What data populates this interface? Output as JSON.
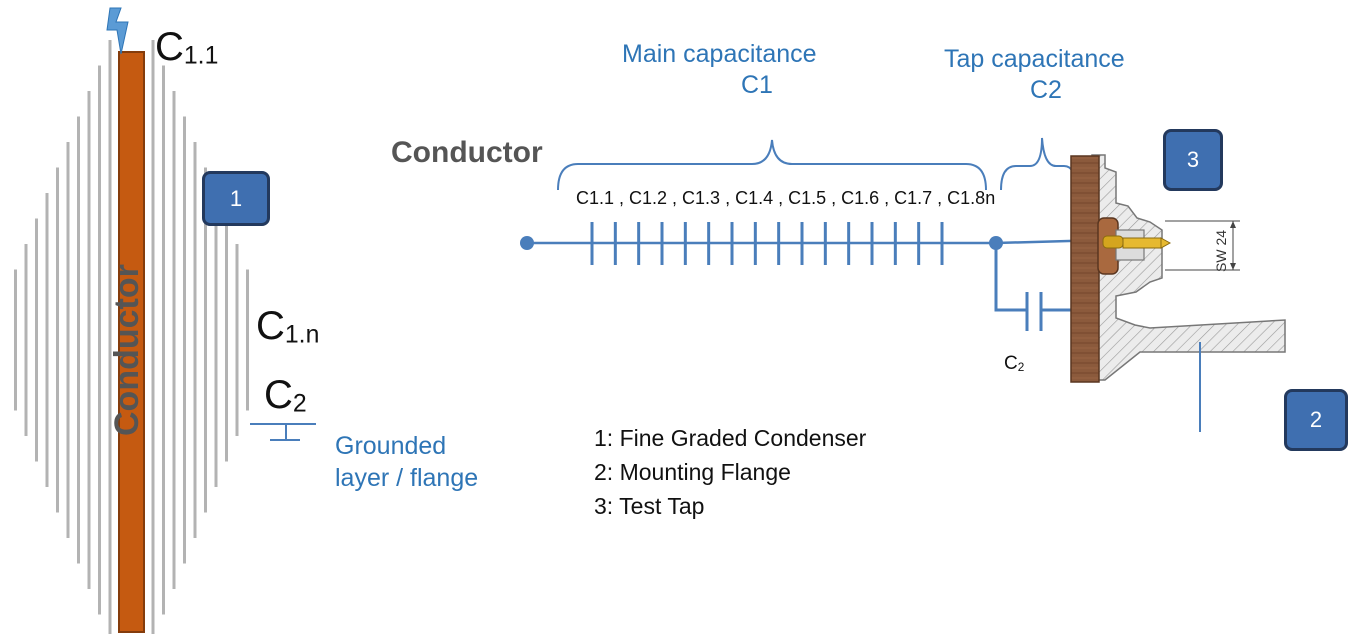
{
  "bushing": {
    "conductor_label": "Conductor",
    "top_layer_label": "1.1",
    "last_layer_label": "1.n",
    "tap_cap_label": "2",
    "grounded_label_line1": "Grounded",
    "grounded_label_line2": "layer / flange",
    "badge": "1"
  },
  "schematic": {
    "conductor_label": "Conductor",
    "main_cap_line1": "Main capacitance",
    "main_cap_line2": "C1",
    "tap_cap_line1": "Tap capacitance",
    "tap_cap_line2": "C2",
    "series_label": "C1.1 , C1.2 , C1.3 , C1.4 , C1.5 , C1.6 , C1.7 , C1.8n",
    "c2_label": "2"
  },
  "cross_section": {
    "badge_tap": "3",
    "badge_flange": "2",
    "dimension_label": "SW 24"
  },
  "legend": {
    "item1": "1: Fine Graded Condenser",
    "item2": "2: Mounting Flange",
    "item3": "3: Test Tap"
  },
  "colors": {
    "copper": "#c55a11",
    "copper_dark": "#843c0c",
    "wire": "#4a7ebb",
    "label_blue": "#2e75b6",
    "foil_grey": "#b3b3b3",
    "badge_fill": "#3f6fb0",
    "badge_border": "#23395d",
    "housing_brown": "#8b5a3c"
  }
}
